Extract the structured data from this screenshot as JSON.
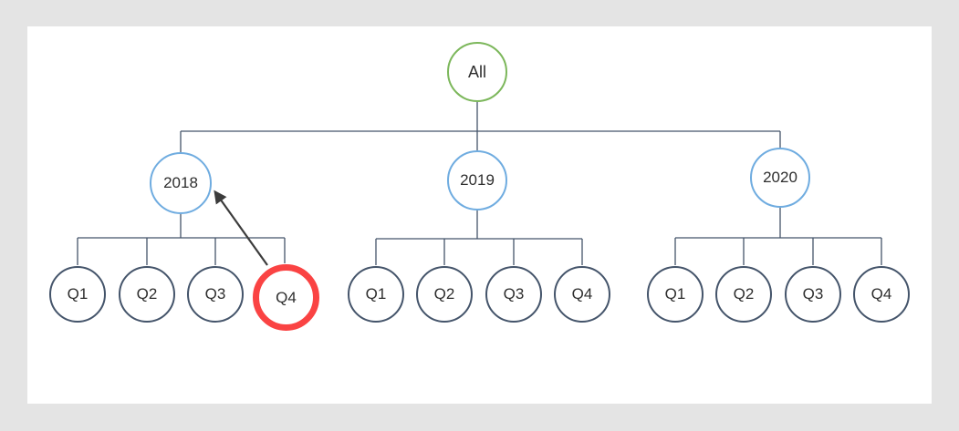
{
  "page": {
    "background_color": "#e4e4e4",
    "surface_color": "#ffffff"
  },
  "diagram": {
    "type": "hierarchy-tree",
    "root": {
      "label": "All",
      "stroke_color": "#7cb75b"
    },
    "years": [
      {
        "label": "2018",
        "quarters": [
          {
            "label": "Q1",
            "highlighted": false
          },
          {
            "label": "Q2",
            "highlighted": false
          },
          {
            "label": "Q3",
            "highlighted": false
          },
          {
            "label": "Q4",
            "highlighted": true
          }
        ]
      },
      {
        "label": "2019",
        "quarters": [
          {
            "label": "Q1",
            "highlighted": false
          },
          {
            "label": "Q2",
            "highlighted": false
          },
          {
            "label": "Q3",
            "highlighted": false
          },
          {
            "label": "Q4",
            "highlighted": false
          }
        ]
      },
      {
        "label": "2020",
        "quarters": [
          {
            "label": "Q1",
            "highlighted": false
          },
          {
            "label": "Q2",
            "highlighted": false
          },
          {
            "label": "Q3",
            "highlighted": false
          },
          {
            "label": "Q4",
            "highlighted": false
          }
        ]
      }
    ],
    "colors": {
      "year_stroke": "#6face0",
      "quarter_stroke": "#44546a",
      "highlight_stroke": "#fa4343",
      "connector": "#44546a",
      "arrow": "#3c3c3c",
      "text": "#2e2e2e"
    },
    "annotation": {
      "kind": "arrow",
      "from_node": "2018 Q4",
      "to_node": "2018"
    }
  }
}
